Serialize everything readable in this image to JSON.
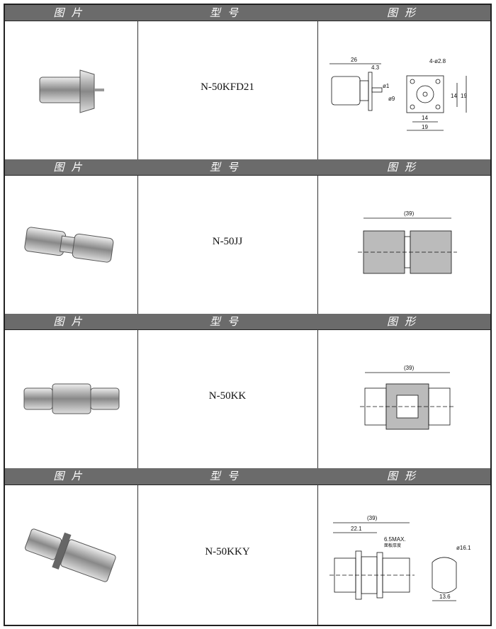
{
  "headers": {
    "photo": "图片",
    "model": "型号",
    "drawing": "图形"
  },
  "items": [
    {
      "model": "N-50KFD21",
      "dims": {
        "length": "26",
        "flange": "4.3",
        "hole": "4-ø2.8",
        "pin": "ø1",
        "body": "ø9",
        "pitch_v": "14",
        "size_v": "19",
        "pitch_h": "14",
        "size_h": "19"
      }
    },
    {
      "model": "N-50JJ",
      "dims": {
        "length": "(39)"
      }
    },
    {
      "model": "N-50KK",
      "dims": {
        "length": "(39)"
      }
    },
    {
      "model": "N-50KKY",
      "dims": {
        "length": "(39)",
        "thread": "22.1",
        "panel": "6.5MAX.",
        "panel_note": "面板厚度",
        "dia": "ø16.1",
        "flat": "13.6"
      }
    }
  ]
}
